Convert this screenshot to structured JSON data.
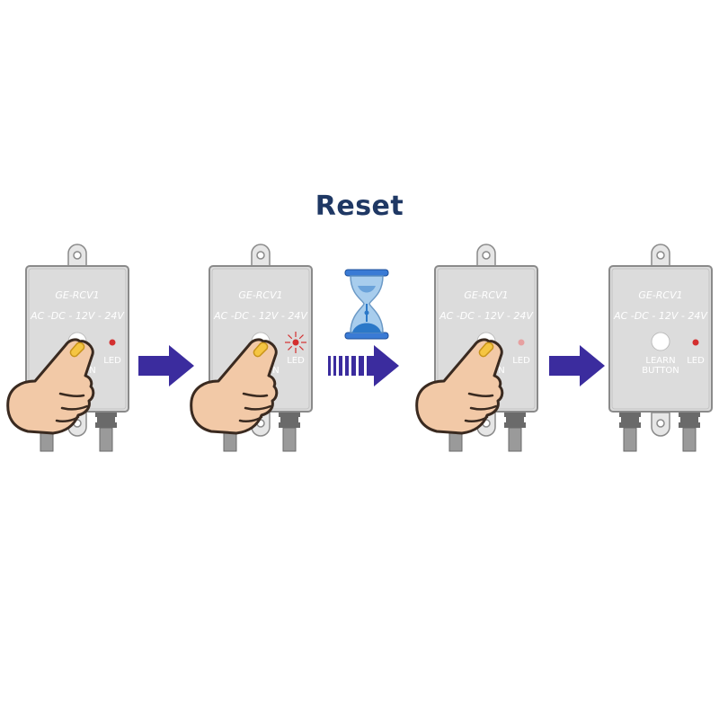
{
  "title": "Reset",
  "device": {
    "model": "GE-RCV1",
    "voltage": "AC -DC - 12V - 24V",
    "learn_label_1": "LEARN",
    "learn_label_2": "BUTTON",
    "led_label": "LED"
  },
  "steps": [
    {
      "finger": true,
      "led_state": "on"
    },
    {
      "finger": true,
      "led_state": "flashing"
    },
    {
      "finger": true,
      "led_state": "dim"
    },
    {
      "finger": false,
      "led_state": "on"
    }
  ],
  "colors": {
    "title": "#1f3864",
    "arrow": "#3b2c9e",
    "device_body": "#dcdcdc",
    "device_border": "#8a8a8a",
    "led_on": "#d32f2f",
    "led_dim": "#e6a0a0",
    "skin": "#f2c9a7",
    "nail": "#f5c542",
    "hourglass_glass": "#9fc8ec",
    "hourglass_sand": "#2b78c8"
  },
  "icons": [
    "hand-pointer-icon",
    "arrow-right-icon",
    "dashed-arrow-icon",
    "hourglass-icon",
    "led-flash-icon"
  ]
}
